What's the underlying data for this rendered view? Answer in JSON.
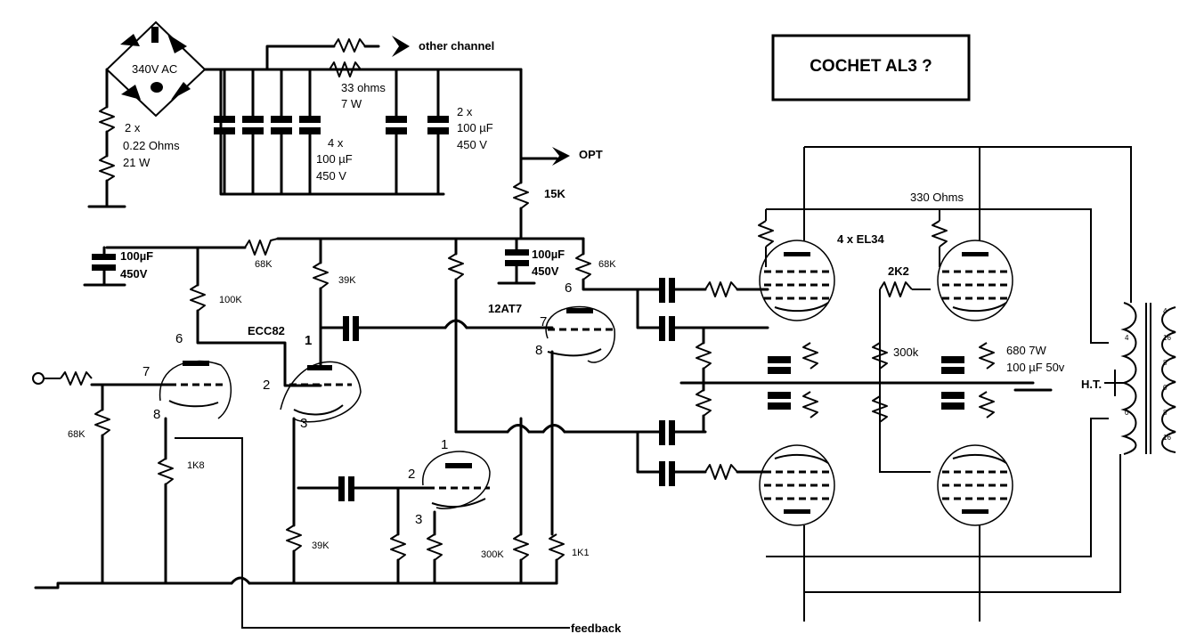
{
  "title": "COCHET AL3 ?",
  "labels": {
    "bridge_voltage": "340V AC",
    "other_channel": "other channel",
    "r33_value": "33 ohms",
    "r33_power": "7 W",
    "r_bridge_count": "2 x",
    "r_bridge_value": "0.22 Ohms",
    "r_bridge_power": "21 W",
    "caps4_count": "4 x",
    "caps4_value": "100 µF",
    "caps4_voltage": "450 V",
    "caps2_count": "2 x",
    "caps2_value": "100 µF",
    "caps2_voltage": "450 V",
    "opt": "OPT",
    "r15k": "15K",
    "cap_a_value": "100µF",
    "cap_a_voltage": "450V",
    "r68k_a": "68K",
    "cap_b_value": "100µF",
    "cap_b_voltage": "450V",
    "r68k_b": "68K",
    "r100k": "100K",
    "r39k_a": "39K",
    "ecc82": "ECC82",
    "tube_12at7": "12AT7",
    "r68k_in": "68K",
    "r1k8": "1K8",
    "r39k_b": "39K",
    "r300k_a": "300K",
    "r1k1": "1K1",
    "feedback": "feedback",
    "r330": "330 Ohms",
    "tubes_el34": "4 x EL34",
    "r2k2": "2K2",
    "r300k_b": "300k",
    "r680": "680  7W",
    "cap_cathode": "100 µF 50v",
    "ht": "H.T."
  },
  "pins": {
    "ecc82_p6": "6",
    "ecc82_p7": "7",
    "ecc82_p8": "8",
    "ecc82_p1": "1",
    "ecc82_p2": "2",
    "ecc82_p3": "3",
    "at7_p6": "6",
    "at7_p7": "7",
    "at7_p8": "8",
    "at7_p1": "1",
    "at7_p2": "2",
    "at7_p3": "3"
  },
  "transformer_taps": [
    "4",
    "16",
    "8",
    "0",
    "8",
    "16",
    "4",
    "0"
  ]
}
